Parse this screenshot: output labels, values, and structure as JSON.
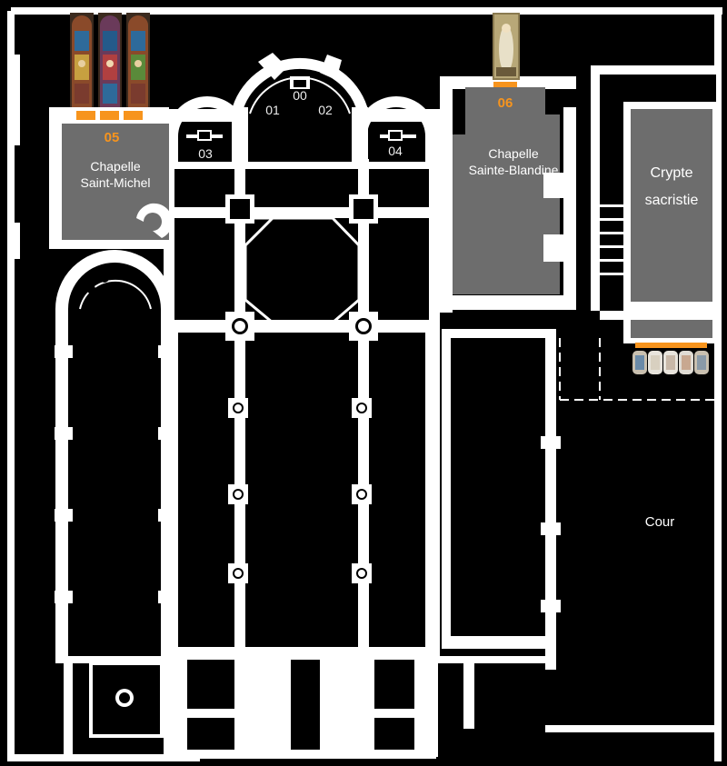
{
  "labels": {
    "window_00": "00",
    "window_01": "01",
    "window_02": "02",
    "window_03": "03",
    "window_04": "04",
    "window_05": "05",
    "window_06": "06",
    "chapel_michel_line1": "Chapelle",
    "chapel_michel_line2": "Saint-Michel",
    "chapel_blandine_line1": "Chapelle",
    "chapel_blandine_line2": "Sainte-Blandine",
    "crypt_line1": "Crypte",
    "crypt_line2": "sacristie",
    "courtyard": "Cour"
  },
  "colors": {
    "background": "#000000",
    "walls": "#ffffff",
    "chapel_fill": "#6d6d6d",
    "marker": "#f7941d"
  },
  "stained_glass": {
    "saint_michel_panels": 3,
    "sainte_blandine_panels": 1,
    "crypt_panels": 5
  }
}
